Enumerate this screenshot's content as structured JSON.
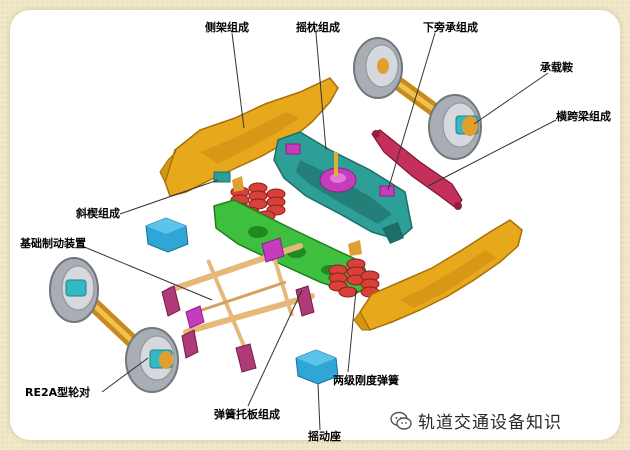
{
  "labels": {
    "side_frame": "侧架组成",
    "bolster": "摇枕组成",
    "side_bearing": "下旁承组成",
    "adapter": "承载鞍",
    "cross_beam": "横跨梁组成",
    "wedge": "斜楔组成",
    "brake": "基础制动装置",
    "wheelset": "RE2A型轮对",
    "spring_plank": "弹簧托板组成",
    "spring": "两级刚度弹簧",
    "rocker_seat": "摇动座"
  },
  "watermark": {
    "text": "轨道交通设备知识"
  },
  "colors": {
    "frame": "#e8a81c",
    "frame_dark": "#b57a0a",
    "bolster": "#2e9f96",
    "bolster_dark": "#1d6e68",
    "plank": "#3ebf3e",
    "spring": "#d8413a",
    "brake_beam": "#e6b87a",
    "brake_lever": "#b03a78",
    "wheel": "#b9bec4",
    "wheel_dark": "#7e858c",
    "axle": "#e0a030",
    "adapter": "#35b8c4",
    "rocker": "#2fa6d6",
    "leader": "#333333"
  }
}
